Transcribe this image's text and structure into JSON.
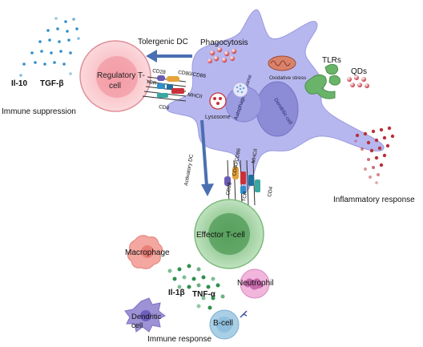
{
  "labels": {
    "tolerogenic_dc": "Tolergenic DC",
    "phagocytosis": "Phagocytosis",
    "tlrs": "TLRs",
    "qds": "QDs",
    "oxidative_stress": "Oxidative stress",
    "autophagolysosome": "Autophagolysosome",
    "dendritic_cell_inner": "Dendritic cell",
    "lysosome": "Lysosome",
    "regulatory_tcell_line1": "Regulatory T-",
    "regulatory_tcell_line2": "cell",
    "il10": "Il-10",
    "tgfb": "TGF-β",
    "immune_suppression": "Immune suppression",
    "activatory_dc": "Activatory DC",
    "inflammatory_response": "Inflammatory response",
    "effector_tcell": "Effector T-cell",
    "macrophage": "Macrophage",
    "il1b": "Il-1β",
    "tnfa": "TNF-α",
    "neutrophil": "Neutrophil",
    "dendritic_cell_line1": "Dendritic",
    "dendritic_cell_line2": "cell",
    "bcell": "B-cell",
    "immune_response": "Immune response"
  },
  "receptors_left": {
    "cd28": "CD28",
    "cd80_cd86": "CD80/CD86",
    "tcr": "TCR",
    "mhcii": "MHCII",
    "cd4": "CD4"
  },
  "receptors_bottom": {
    "cd28": "CD28",
    "cd80_cd86": "CD80/CD86",
    "tcr": "TCR",
    "mhcii": "MHCII",
    "cd4": "CD4"
  },
  "colors": {
    "dc_body": "#b7b7ef",
    "treg_outer": "#f4b8bf",
    "effector_outer": "#a9d7a9",
    "arrow_blue": "#4a6fb2",
    "qd_red": "#b8323a",
    "suppress_blue": "#2f8fc9",
    "tlr_green": "#6ab46a"
  }
}
